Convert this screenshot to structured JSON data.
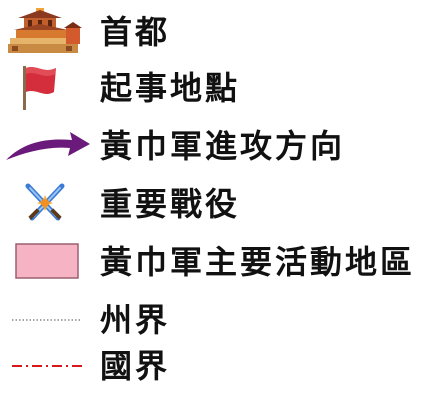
{
  "legend": {
    "items": [
      {
        "id": "capital",
        "icon": "palace-icon",
        "label": "首都"
      },
      {
        "id": "uprising",
        "icon": "red-flag-icon",
        "label": "起事地點",
        "color": "#d42e3c"
      },
      {
        "id": "advance",
        "icon": "arrow-icon",
        "label": "黃巾軍進攻方向",
        "color": "#6a1a7a"
      },
      {
        "id": "battle",
        "icon": "crossed-swords-icon",
        "label": "重要戰役"
      },
      {
        "id": "active_area",
        "icon": "pink-box-icon",
        "label": "黃巾軍主要活動地區",
        "color": "#f6b3c4"
      },
      {
        "id": "province_border",
        "icon": "dotted-line-icon",
        "label": "州界",
        "color": "#8a8a8a"
      },
      {
        "id": "state_border",
        "icon": "dash-dot-line-icon",
        "label": "國界",
        "color": "#d81818"
      }
    ]
  }
}
